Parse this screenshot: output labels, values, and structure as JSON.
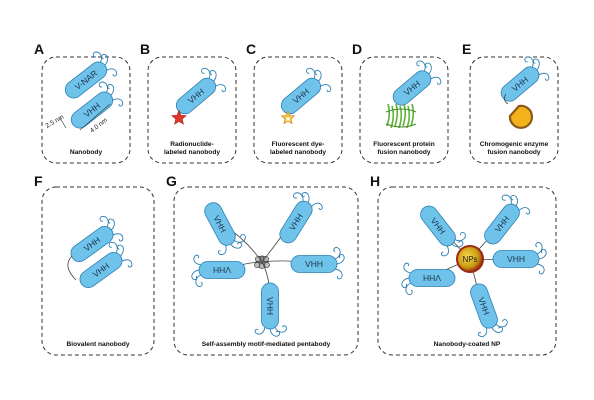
{
  "panels": {
    "A": {
      "letter": "A",
      "caption_lines": [
        "Nanobody"
      ],
      "vnar_label": "V-NAR",
      "vhh_label": "VHH",
      "dim_width": "2.5 nm",
      "dim_length": "4.0 nm"
    },
    "B": {
      "letter": "B",
      "caption_lines": [
        "Radionuclide-",
        "labeled nanobody"
      ],
      "vhh_label": "VHH"
    },
    "C": {
      "letter": "C",
      "caption_lines": [
        "Fluorescent dye-",
        "labeled nanobody"
      ],
      "vhh_label": "VHH"
    },
    "D": {
      "letter": "D",
      "caption_lines": [
        "Fluorescent protein",
        "fusion nanobody"
      ],
      "vhh_label": "VHH"
    },
    "E": {
      "letter": "E",
      "caption_lines": [
        "Chromogenic enzyme",
        "fusion nanobody"
      ],
      "vhh_label": "VHH"
    },
    "F": {
      "letter": "F",
      "caption_lines": [
        "Biovalent nanobody"
      ],
      "vhh_label": "VHH"
    },
    "G": {
      "letter": "G",
      "caption_lines": [
        "Self-assembly motif-mediated pentabody"
      ],
      "vhh_label": "VHH"
    },
    "H": {
      "letter": "H",
      "caption_lines": [
        "Nanobody-coated NP"
      ],
      "vhh_label": "VHH",
      "np_label": "NPs"
    }
  },
  "colors": {
    "vhh_fill": "#6fc3ea",
    "vhh_stroke": "#2d7fb3",
    "radionuclide_star": "#e0362c",
    "fluorescent_dye": "#f2c14e",
    "fluorescent_protein": "#5fb33b",
    "enzyme": "#8a5a1a",
    "nanoparticle_core": "#c89a10",
    "nanoparticle_shell": "#9c2a14"
  },
  "icons": {
    "radionuclide": "red-star-icon",
    "dye": "yellow-star-icon",
    "protein": "green-beta-barrel-icon",
    "enzyme": "pacman-enzyme-icon",
    "motif": "self-assembly-core-icon",
    "nanoparticle": "nanoparticle-sphere-icon"
  }
}
